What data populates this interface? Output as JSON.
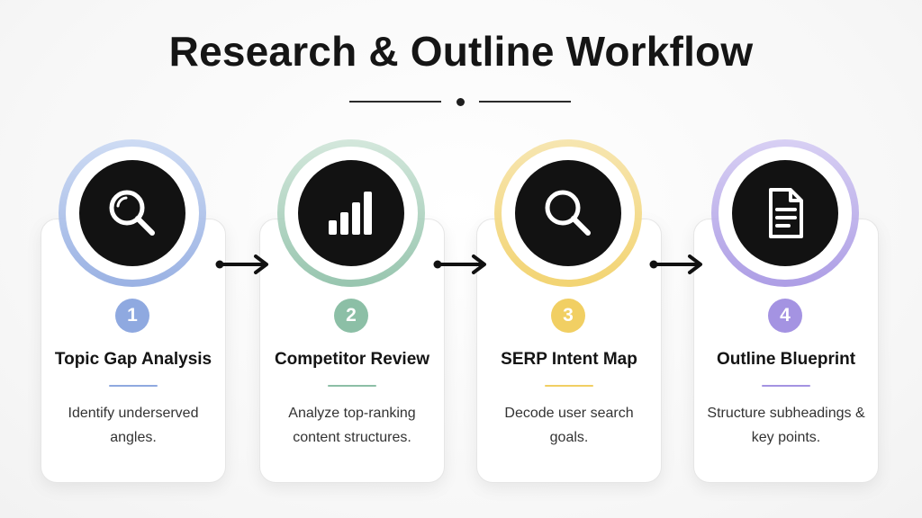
{
  "title": "Research & Outline Workflow",
  "steps": [
    {
      "number": "1",
      "title": "Topic Gap Analysis",
      "description": "Identify underserved angles.",
      "icon": "magnifier-icon",
      "accent": "#8fa9e0",
      "halo": "#c9d8f3"
    },
    {
      "number": "2",
      "title": "Competitor Review",
      "description": "Analyze top-ranking content structures.",
      "icon": "bar-chart-icon",
      "accent": "#8cbfa6",
      "halo": "#cfe5d8"
    },
    {
      "number": "3",
      "title": "SERP Intent Map",
      "description": "Decode user search goals.",
      "icon": "magnifier-icon",
      "accent": "#f1cf63",
      "halo": "#f6e3a8"
    },
    {
      "number": "4",
      "title": "Outline Blueprint",
      "description": "Structure subheadings & key points.",
      "icon": "document-icon",
      "accent": "#a493e2",
      "halo": "#d4cbf3"
    }
  ]
}
